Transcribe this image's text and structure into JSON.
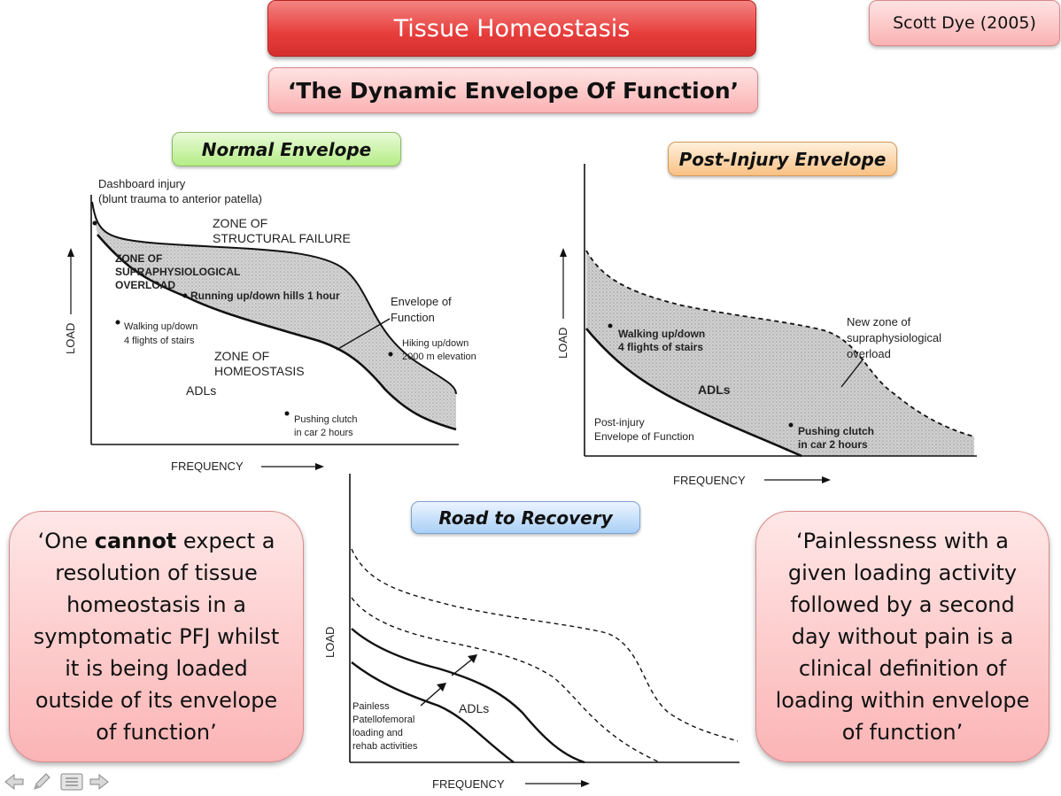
{
  "header": {
    "title": "Tissue Homeostasis",
    "author": "Scott Dye (2005)",
    "subtitle": "‘The Dynamic Envelope Of Function’"
  },
  "sections": {
    "normal": "Normal Envelope",
    "post_injury": "Post-Injury Envelope",
    "recovery": "Road to Recovery"
  },
  "normal_graph": {
    "load_axis": "LOAD",
    "frequency_axis": "FREQUENCY",
    "dashboard_1": "Dashboard injury",
    "dashboard_2": "(blunt trauma to anterior patella)",
    "failure_1": "ZONE OF",
    "failure_2": "STRUCTURAL FAILURE",
    "supra_1": "ZONE OF",
    "supra_2": "SUPRAPHYSIOLOGICAL",
    "supra_3": "OVERLOAD",
    "running": "Running up/down hills 1 hour",
    "envelope_1": "Envelope of",
    "envelope_2": "Function",
    "walking_1": "Walking up/down",
    "walking_2": "4 flights of stairs",
    "hiking_1": "Hiking up/down",
    "hiking_2": "2000 m elevation",
    "homeo_1": "ZONE OF",
    "homeo_2": "HOMEOSTASIS",
    "adls": "ADLs",
    "clutch_1": "Pushing clutch",
    "clutch_2": "in car 2 hours"
  },
  "post_graph": {
    "load_axis": "LOAD",
    "frequency_axis": "FREQUENCY",
    "walking_1": "Walking up/down",
    "walking_2": "4 flights of stairs",
    "adls": "ADLs",
    "newzone_1": "New zone of",
    "newzone_2": "supraphysiological",
    "newzone_3": "overload",
    "envelope_1": "Post-injury",
    "envelope_2": "Envelope of Function",
    "clutch_1": "Pushing clutch",
    "clutch_2": "in car 2 hours"
  },
  "recovery_graph": {
    "load_axis": "LOAD",
    "frequency_axis": "FREQUENCY",
    "adls": "ADLs",
    "painless_1": "Painless",
    "painless_2": "Patellofemoral",
    "painless_3": "loading and",
    "painless_4": "rehab activities"
  },
  "quotes": {
    "left_before": "‘One ",
    "left_bold": "cannot",
    "left_after": " expect a resolution of tissue homeostasis in a symptomatic PFJ whilst it is being loaded outside of its envelope of function’",
    "right": "‘Painlessness with a given loading activity followed by a second day without pain is a clinical definition of loading within envelope of function’"
  },
  "nav_icons": [
    "arrow-left-icon",
    "pencil-icon",
    "menu-icon",
    "arrow-right-icon"
  ],
  "colors": {
    "title_red": "#e63d3b",
    "pink": "#fbb2b3",
    "green": "#b4ed86",
    "orange": "#f9c184",
    "blue": "#a9cff6"
  }
}
